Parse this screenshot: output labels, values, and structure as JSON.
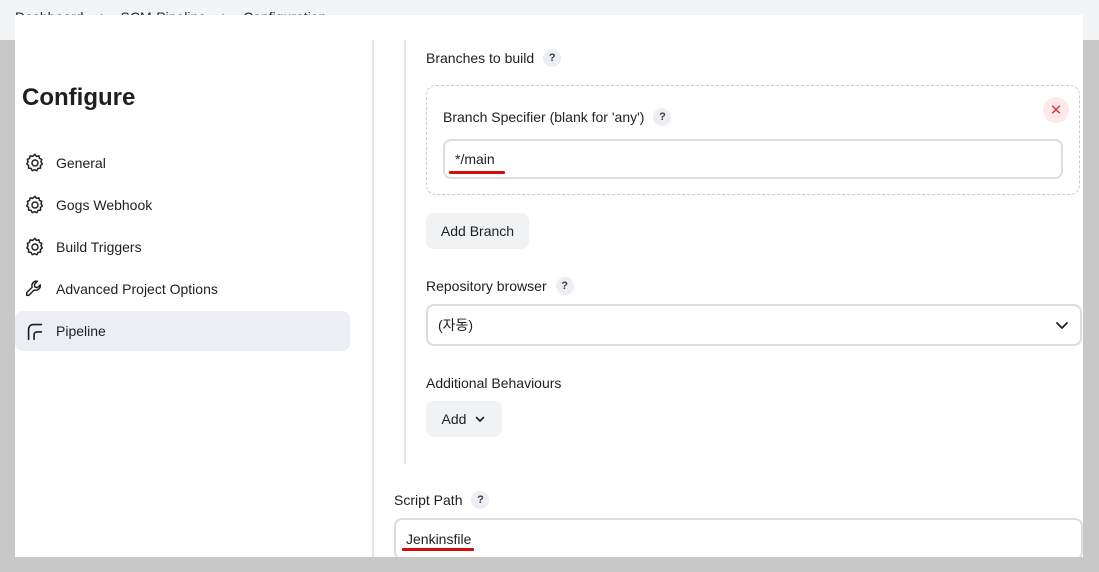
{
  "breadcrumb": {
    "items": [
      "Dashboard",
      "SCM-Pipeline",
      "Configuration"
    ]
  },
  "sidebar": {
    "title": "Configure",
    "items": [
      {
        "label": "General",
        "icon": "gear-icon"
      },
      {
        "label": "Gogs Webhook",
        "icon": "gear-icon"
      },
      {
        "label": "Build Triggers",
        "icon": "gear-icon"
      },
      {
        "label": "Advanced Project Options",
        "icon": "wrench-icon"
      },
      {
        "label": "Pipeline",
        "icon": "pipeline-icon",
        "active": true
      }
    ]
  },
  "main": {
    "branches_label": "Branches to build",
    "branch_specifier_label": "Branch Specifier (blank for 'any')",
    "branch_specifier_value": "*/main",
    "add_branch_label": "Add Branch",
    "repo_browser_label": "Repository browser",
    "repo_browser_value": "(자동)",
    "additional_behaviours_label": "Additional Behaviours",
    "add_label": "Add",
    "script_path_label": "Script Path",
    "script_path_value": "Jenkinsfile",
    "help_glyph": "?",
    "close_glyph": "✕"
  },
  "colors": {
    "highlight_underline": "#d10d0d",
    "active_nav_bg": "#eceef3",
    "close_red": "#d63a47"
  }
}
